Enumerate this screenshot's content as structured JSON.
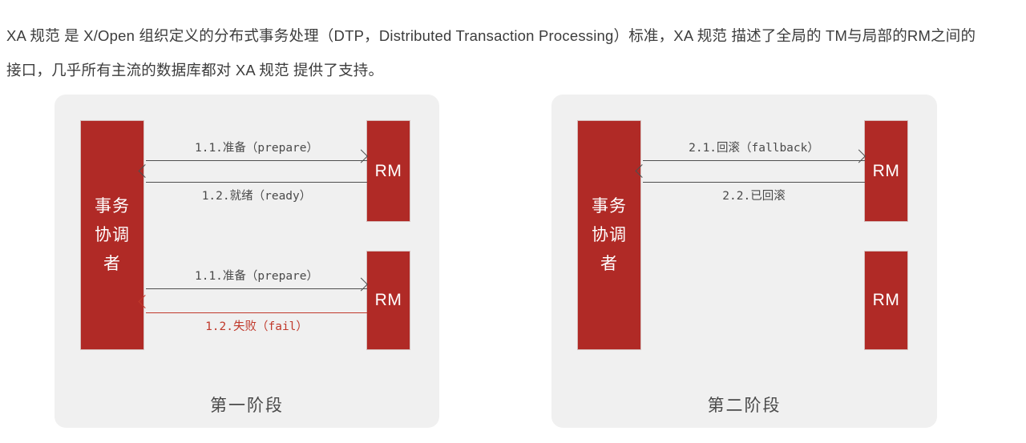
{
  "intro": {
    "text": "XA 规范 是 X/Open 组织定义的分布式事务处理（DTP，Distributed Transaction Processing）标准，XA 规范 描述了全局的 TM与局部的RM之间的接口，几乎所有主流的数据库都对 XA 规范 提供了支持。"
  },
  "colors": {
    "box_red": "#b02a26",
    "panel_background": "#f0f0f0",
    "arrow_gray": "#4f4f4f",
    "fail_red": "#c0392b",
    "page_background": "#ffffff",
    "text_dark": "#3c3c3c"
  },
  "diagram": {
    "type": "sequence-diagram",
    "panels": [
      {
        "id": "phase-one",
        "caption": "第一阶段",
        "coordinator": {
          "label": "事务协调者"
        },
        "participants": [
          {
            "id": "rm-top",
            "label": "RM"
          },
          {
            "id": "rm-bottom",
            "label": "RM"
          }
        ],
        "messages": [
          {
            "id": "prepare-1",
            "label": "1.1.准备（prepare）",
            "from": "coordinator",
            "to": "rm-top",
            "direction": "to-right",
            "label_position": "above",
            "status": "normal"
          },
          {
            "id": "ready-1",
            "label": "1.2.就绪（ready）",
            "from": "rm-top",
            "to": "coordinator",
            "direction": "to-left",
            "label_position": "below",
            "status": "normal"
          },
          {
            "id": "prepare-2",
            "label": "1.1.准备（prepare）",
            "from": "coordinator",
            "to": "rm-bottom",
            "direction": "to-right",
            "label_position": "above",
            "status": "normal"
          },
          {
            "id": "fail-2",
            "label": "1.2.失败（fail）",
            "from": "rm-bottom",
            "to": "coordinator",
            "direction": "to-left",
            "label_position": "below",
            "status": "fail"
          }
        ]
      },
      {
        "id": "phase-two",
        "caption": "第二阶段",
        "coordinator": {
          "label": "事务协调者"
        },
        "participants": [
          {
            "id": "rm-top",
            "label": "RM"
          },
          {
            "id": "rm-bottom",
            "label": "RM"
          }
        ],
        "messages": [
          {
            "id": "fallback",
            "label": "2.1.回滚（fallback）",
            "from": "coordinator",
            "to": "rm-top",
            "direction": "to-right",
            "label_position": "above",
            "status": "normal"
          },
          {
            "id": "rolledback",
            "label": "2.2.已回滚",
            "from": "rm-top",
            "to": "coordinator",
            "direction": "to-left",
            "label_position": "below",
            "status": "normal"
          }
        ]
      }
    ]
  }
}
